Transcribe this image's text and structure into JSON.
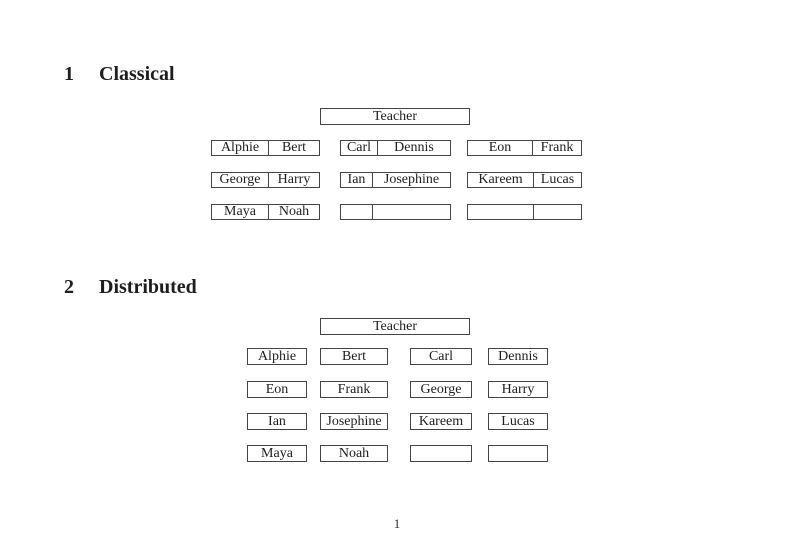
{
  "colors": {
    "border": "#444444",
    "text": "#1e1e1e"
  },
  "page_number": "1",
  "classical": {
    "number": "1",
    "title": "Classical",
    "teacher": "Teacher",
    "desks": [
      {
        "left": "Alphie",
        "right": "Bert"
      },
      {
        "left": "Carl",
        "right": "Dennis"
      },
      {
        "left": "Eon",
        "right": "Frank"
      },
      {
        "left": "George",
        "right": "Harry"
      },
      {
        "left": "Ian",
        "right": "Josephine"
      },
      {
        "left": "Kareem",
        "right": "Lucas"
      },
      {
        "left": "Maya",
        "right": "Noah"
      },
      {
        "left": "",
        "right": ""
      },
      {
        "left": "",
        "right": ""
      }
    ]
  },
  "distributed": {
    "number": "2",
    "title": "Distributed",
    "teacher": "Teacher",
    "seats": [
      "Alphie",
      "Bert",
      "Carl",
      "Dennis",
      "Eon",
      "Frank",
      "George",
      "Harry",
      "Ian",
      "Josephine",
      "Kareem",
      "Lucas",
      "Maya",
      "Noah",
      "",
      ""
    ]
  }
}
